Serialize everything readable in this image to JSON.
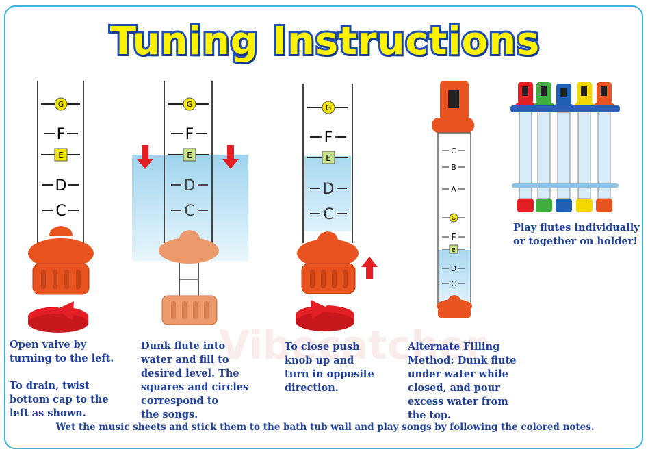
{
  "title": "Tuning Instructions",
  "watermark": "Vibecatcher",
  "note_labels": {
    "g": "G",
    "f": "F",
    "e": "E",
    "d": "D",
    "c": "C",
    "b": "B",
    "a": "A"
  },
  "captions": {
    "step1": "Open valve by\nturning to the left.\n\nTo drain, twist\nbottom cap to the\nleft as shown.",
    "step2": "Dunk flute into\nwater and fill to\ndesired level. The\nsquares and circles\ncorrespond to\nthe songs.",
    "step3": "To close push\nknob up and\nturn in opposite\ndirection.",
    "step4": "Alternate Filling\nMethod: Dunk flute\nunder water while\nclosed, and pour\nexcess water from\nthe top.",
    "holder": "Play flutes individually\nor together on holder!"
  },
  "footer": "Wet the music sheets and stick them to the bath tub wall and play songs by following the colored notes.",
  "colors": {
    "title_fill": "#fff200",
    "title_outline": "#1f4fb4",
    "text_blue": "#1e3f9c",
    "frame": "#3fb3de",
    "orange": "#e8531f",
    "arrow_red": "#e31e24",
    "water": "#bfe3f3",
    "note_yellow": "#f3e600",
    "flute_colors": [
      "#e31e24",
      "#3fae3c",
      "#1f5fb4",
      "#f2d800",
      "#e8531f"
    ]
  }
}
